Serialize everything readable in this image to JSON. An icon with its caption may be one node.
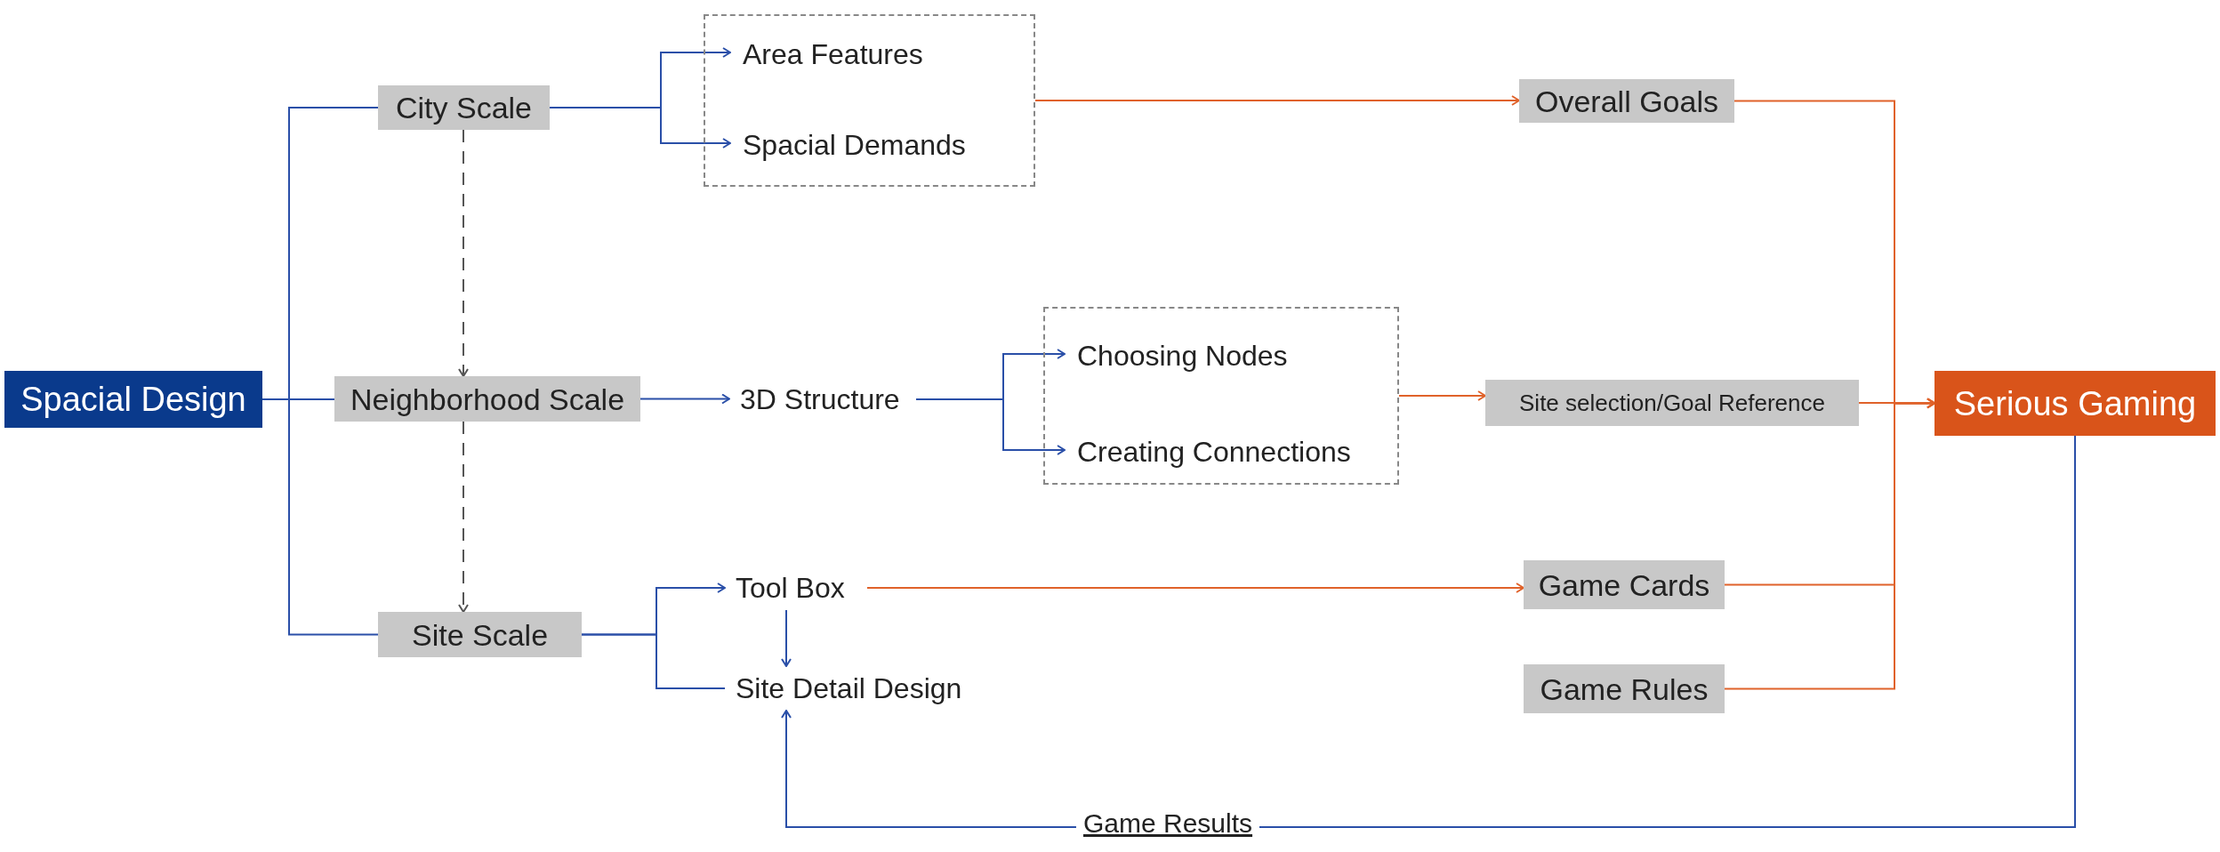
{
  "diagram": {
    "nodes": [
      {
        "text": [
          "Spacial Design"
        ]
      },
      {
        "text": [
          "City Scale"
        ]
      },
      {
        "text": [
          "Neighborhood Scale"
        ]
      },
      {
        "text": [
          "Site Scale"
        ]
      },
      {
        "text": [],
        "shape": "box"
      },
      {
        "text": [
          "Area Features"
        ],
        "in": 4
      },
      {
        "text": [
          "Spacial Demands"
        ],
        "in": 4
      },
      {
        "text": [
          "3D Structure"
        ]
      },
      {
        "text": [],
        "shape": "box"
      },
      {
        "text": [
          "Choosing Nodes"
        ],
        "in": 8
      },
      {
        "text": [
          "Creating Connections"
        ],
        "in": 8
      },
      {
        "text": [
          "Tool Box"
        ]
      },
      {
        "text": [
          "Site Detail Design"
        ]
      },
      {
        "text": [
          "Overall Goals"
        ]
      },
      {
        "text": [
          "Site selection/Goal Reference"
        ]
      },
      {
        "text": [
          "Game Cards"
        ]
      },
      {
        "text": [
          "Game Rules"
        ]
      },
      {
        "text": [
          "Serious Gaming"
        ]
      }
    ],
    "edges": [
      {
        "from": 0,
        "to": 1,
        "arrow": "none"
      },
      {
        "from": 0,
        "to": 2,
        "arrow": "none"
      },
      {
        "from": 0,
        "to": 3,
        "arrow": "none"
      },
      {
        "from": 1,
        "to": 5,
        "arrow": "to"
      },
      {
        "from": 1,
        "to": 6,
        "arrow": "to"
      },
      {
        "from": 1,
        "to": 2,
        "arrow": "to",
        "style": "dashed",
        "color": "#555555"
      },
      {
        "from": 2,
        "to": 3,
        "arrow": "to",
        "style": "dashed",
        "color": "#555555"
      },
      {
        "from": 2,
        "to": 7,
        "arrow": "to"
      },
      {
        "from": 7,
        "to": 9,
        "arrow": "to"
      },
      {
        "from": 7,
        "to": 10,
        "arrow": "to"
      },
      {
        "from": 3,
        "to": 11,
        "arrow": "to"
      },
      {
        "from": 3,
        "to": 12,
        "arrow": "none"
      },
      {
        "from": 11,
        "to": 12,
        "arrow": "to"
      },
      {
        "from": 4,
        "to": 13,
        "arrow": "to",
        "color": "#e0622a"
      },
      {
        "from": 8,
        "to": 14,
        "arrow": "to",
        "color": "#e0622a"
      },
      {
        "from": 11,
        "to": 15,
        "arrow": "to",
        "color": "#e0622a"
      },
      {
        "from": 13,
        "to": 17,
        "arrow": "to",
        "color": "#e0622a"
      },
      {
        "from": 14,
        "to": 17,
        "arrow": "to",
        "color": "#e0622a"
      },
      {
        "from": 15,
        "to": 17,
        "arrow": "to",
        "color": "#e0622a"
      },
      {
        "from": 16,
        "to": 17,
        "arrow": "to",
        "color": "#e0622a"
      },
      {
        "from": 17,
        "to": 12,
        "arrow": "to",
        "label": "Game Results"
      }
    ]
  }
}
